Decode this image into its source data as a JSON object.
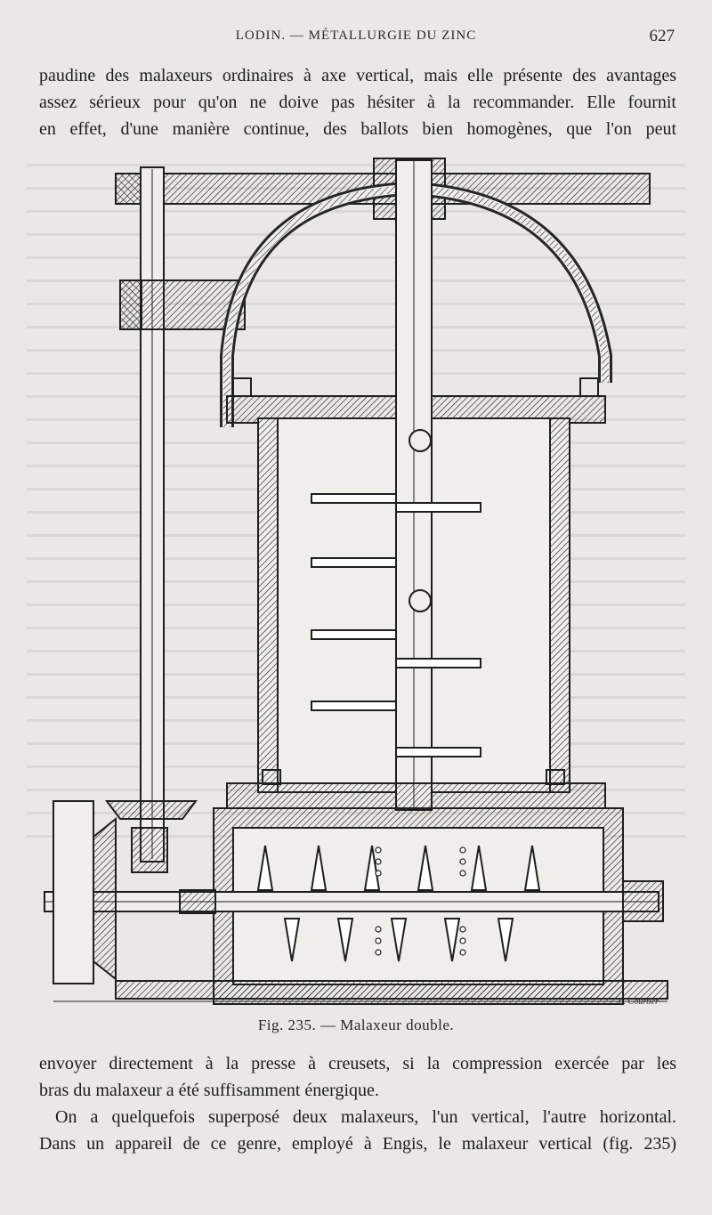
{
  "header": {
    "running_title": "LODIN. — MÉTALLURGIE DU ZINC",
    "page_number": "627"
  },
  "top_text": [
    "paudine des malaxeurs ordinaires à axe vertical, mais elle présente des avantages",
    "assez sérieux pour qu'on ne doive pas hésiter à la recommander. Elle fournit",
    "en effet, d'une manière continue, des ballots bien homogènes, que l'on peut"
  ],
  "figure": {
    "name": "malaxeur-double",
    "signature": "L. Courtier",
    "caption": "Fig. 235. — Malaxeur double."
  },
  "bottom_text": [
    "envoyer directement à la presse à creusets, si la compression exercée par les",
    "bras du malaxeur a été suffisamment énergique.",
    "On a quelquefois superposé deux malaxeurs, l'un vertical, l'autre horizontal.",
    "Dans un appareil de ce genre, employé à Engis, le malaxeur vertical (fig. 235)"
  ],
  "colors": {
    "paper": "#e9e8e4",
    "ink": "#1c1c1c"
  }
}
